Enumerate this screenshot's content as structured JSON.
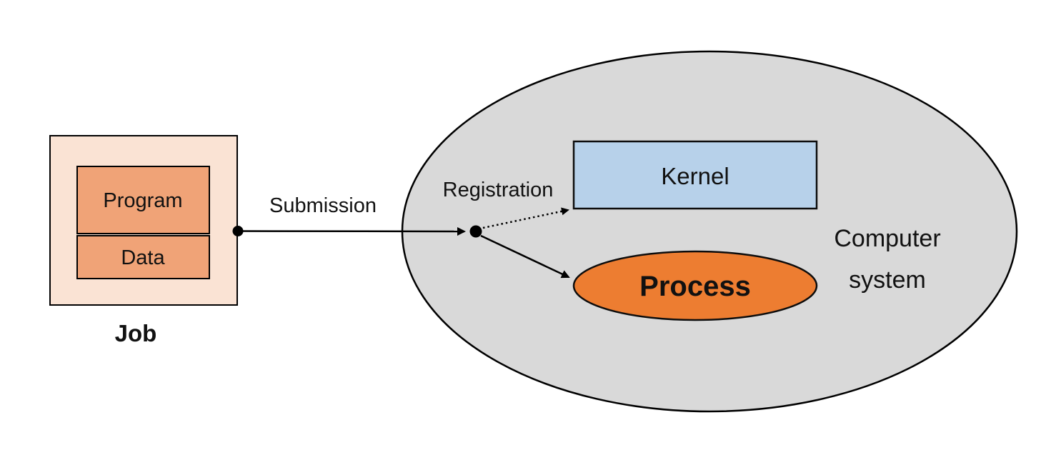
{
  "diagram": {
    "job": {
      "label": "Job",
      "program_label": "Program",
      "data_label": "Data"
    },
    "system": {
      "kernel_label": "Kernel",
      "process_label": "Process",
      "label_line1": "Computer",
      "label_line2": "system"
    },
    "edges": {
      "submission_label": "Submission",
      "registration_label": "Registration"
    }
  },
  "colors": {
    "background": "#FFFFFF",
    "job_outer_fill": "#FAE3D4",
    "job_inner_fill": "#F0A377",
    "kernel_fill": "#B7D1EA",
    "process_fill": "#ED7D31",
    "system_ellipse_fill": "#D9D9D9",
    "line": "#000000"
  }
}
